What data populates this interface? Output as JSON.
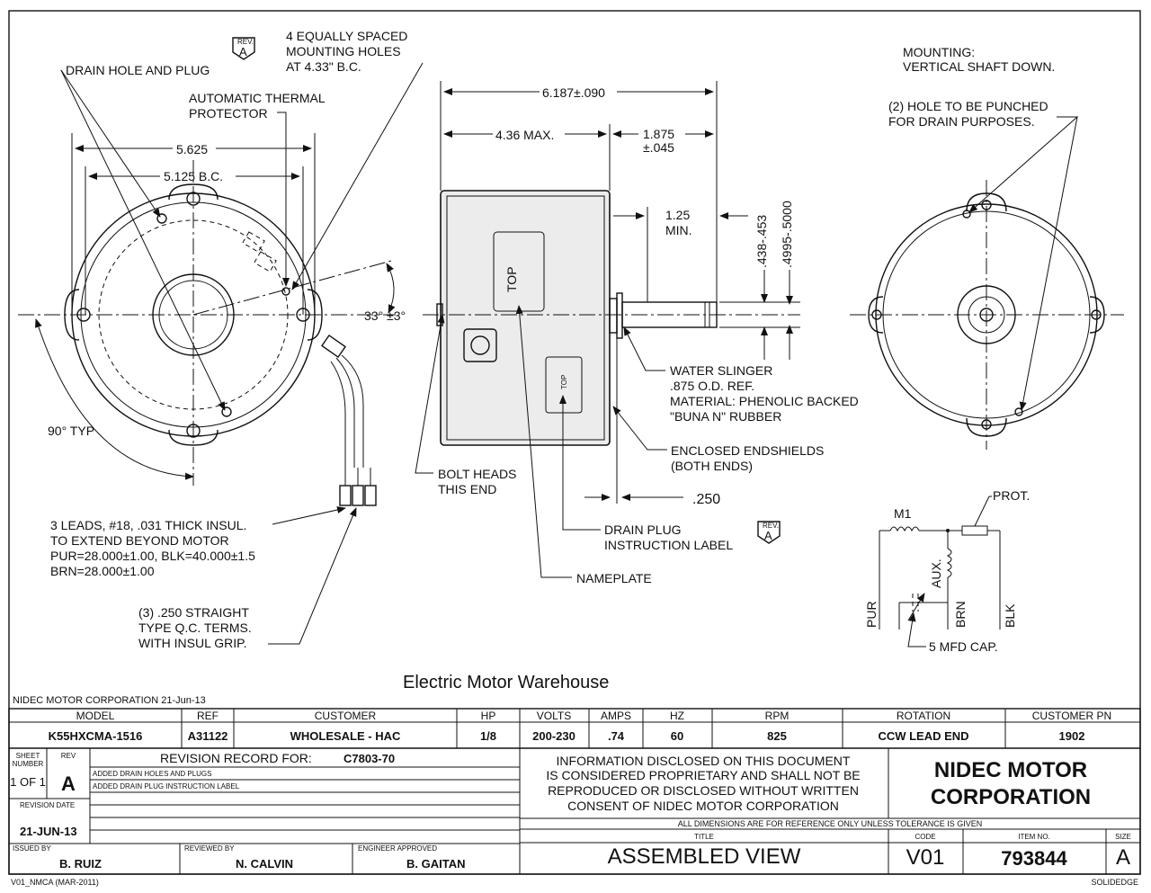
{
  "labels": {
    "drain_hole": "DRAIN HOLE AND PLUG",
    "thermal_1": "AUTOMATIC THERMAL",
    "thermal_2": "PROTECTOR",
    "mount_holes_1": "4 EQUALLY SPACED",
    "mount_holes_2": "MOUNTING HOLES",
    "mount_holes_3": "AT 4.33\" B.C.",
    "dim_5625": "5.625",
    "dim_5125": "5.125 B.C.",
    "angle_33": "33° ±3°",
    "angle_90": "90° TYP",
    "leads_1": "3 LEADS, #18, .031 THICK INSUL.",
    "leads_2": "TO EXTEND BEYOND MOTOR",
    "leads_3": "PUR=28.000±1.00, BLK=40.000±1.5",
    "leads_4": "BRN=28.000±1.00",
    "terms_1": "(3) .250 STRAIGHT",
    "terms_2": "TYPE Q.C. TERMS.",
    "terms_3": "WITH INSUL GRIP.",
    "dim_6187": "6.187±.090",
    "dim_436": "4.36 MAX.",
    "dim_1875": "1.875",
    "dim_1875_tol": "±.045",
    "dim_125": "1.25",
    "dim_125_min": "MIN.",
    "dim_438": ".438-.453",
    "dim_4995": ".4995-.5000",
    "top_big": "TOP",
    "top_small": "TOP",
    "slinger_1": "WATER SLINGER",
    "slinger_2": ".875 O.D. REF.",
    "slinger_3": "MATERIAL: PHENOLIC BACKED",
    "slinger_4": "\"BUNA N\" RUBBER",
    "endshields_1": "ENCLOSED ENDSHIELDS",
    "endshields_2": "(BOTH ENDS)",
    "bolt_1": "BOLT HEADS",
    "bolt_2": "THIS END",
    "dim_250": ".250",
    "drain_plug_1": "DRAIN PLUG",
    "drain_plug_2": "INSTRUCTION LABEL",
    "nameplate": "NAMEPLATE",
    "mounting_1": "MOUNTING:",
    "mounting_2": "VERTICAL SHAFT DOWN.",
    "punch_1": "(2) HOLE TO BE PUNCHED",
    "punch_2": "FOR DRAIN PURPOSES.",
    "m1": "M1",
    "prot": "PROT.",
    "aux": "AUX.",
    "pur": "PUR",
    "brn": "BRN",
    "blk": "BLK",
    "cap": "5 MFD CAP.",
    "rev_tag": "REV.",
    "rev_letter": "A",
    "watermark": "Electric Motor Warehouse",
    "corp_date": "NIDEC MOTOR CORPORATION 21-Jun-13"
  },
  "title_block": {
    "headers": [
      "MODEL",
      "REF",
      "CUSTOMER",
      "HP",
      "VOLTS",
      "AMPS",
      "HZ",
      "RPM",
      "ROTATION",
      "CUSTOMER PN"
    ],
    "values": [
      "K55HXCMA-1516",
      "A31122",
      "WHOLESALE - HAC",
      "1/8",
      "200-230",
      ".74",
      "60",
      "825",
      "CCW LEAD END",
      "1902"
    ],
    "sheet_label_1": "SHEET",
    "sheet_label_2": "NUMBER",
    "sheet_value": "1 OF 1",
    "rev_label": "REV",
    "rev_value": "A",
    "revision_record_label": "REVISION RECORD FOR:",
    "revision_record_value": "C7803-70",
    "revision_notes": [
      "ADDED DRAIN HOLES AND PLUGS",
      "ADDED DRAIN PLUG INSTRUCTION LABEL"
    ],
    "revision_date_label": "REVISION DATE",
    "revision_date": "21-JUN-13",
    "notice": [
      "INFORMATION DISCLOSED ON THIS DOCUMENT",
      "IS CONSIDERED PROPRIETARY AND SHALL NOT BE",
      "REPRODUCED OR DISCLOSED WITHOUT WRITTEN",
      "CONSENT OF NIDEC MOTOR CORPORATION"
    ],
    "company": [
      "NIDEC MOTOR",
      "CORPORATION"
    ],
    "dimensions_note": "ALL DIMENSIONS ARE FOR REFERENCE ONLY UNLESS TOLERANCE IS GIVEN",
    "issued_by_label": "ISSUED BY",
    "issued_by": "B. RUIZ",
    "reviewed_by_label": "REVIEWED BY",
    "reviewed_by": "N. CALVIN",
    "engineer_label": "ENGINEER APPROVED",
    "engineer": "B. GAITAN",
    "title_label": "TITLE",
    "title": "ASSEMBLED VIEW",
    "code_label": "CODE",
    "code": "V01",
    "item_label": "ITEM NO.",
    "item": "793844",
    "size_label": "SIZE",
    "size": "A",
    "footer_left": "V01_NMCA (MAR-2011)",
    "footer_right": "SOLIDEDGE"
  }
}
